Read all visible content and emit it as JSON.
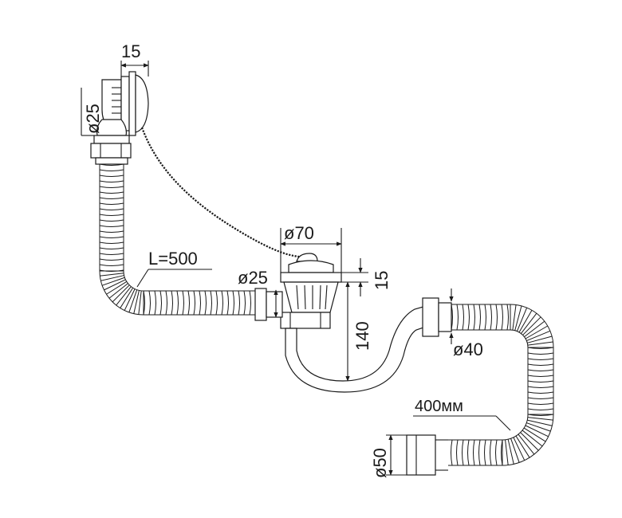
{
  "diagram": {
    "labels": {
      "overflow_depth": "15",
      "overflow_diameter": "ø25",
      "hose_length": "L=500",
      "drain_diameter": "ø70",
      "drain_height": "15",
      "inlet_diameter": "ø25",
      "trap_depth": "140",
      "outlet_diameter": "ø40",
      "flex_length": "400мм",
      "end_diameter": "ø50"
    }
  }
}
